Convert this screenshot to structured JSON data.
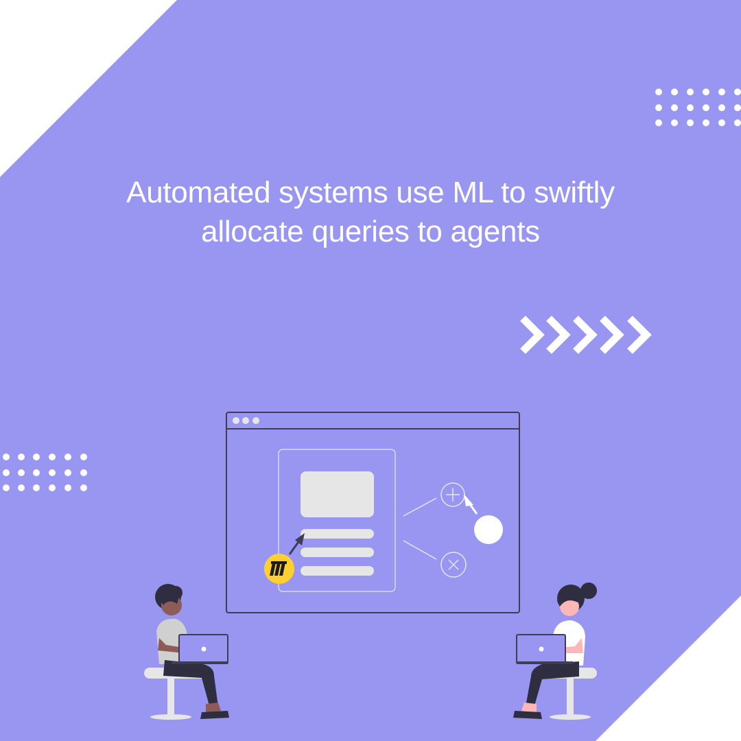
{
  "slide": {
    "headline_line1": "Automated systems use ML to swiftly",
    "headline_line2": "allocate queries to agents",
    "colors": {
      "background": "#9896f0",
      "corner": "#ffffff",
      "text": "#ffffff",
      "dark": "#3f3d56",
      "badge": "#ffd02f"
    }
  },
  "decor": {
    "chevrons_icon": "double-chevron-right-icon",
    "chevron_count": 5,
    "dot_grid_top_right": "dot-grid",
    "dot_grid_left": "dot-grid"
  },
  "illustration": {
    "window_icon": "browser-window-icon",
    "add_icon": "plus-circle-icon",
    "remove_icon": "x-circle-icon",
    "cursor_icon": "cursor-arrow-icon",
    "brand_badge_icon": "miro-logo-icon",
    "people": [
      "person-with-laptop-left",
      "person-with-laptop-right"
    ]
  }
}
